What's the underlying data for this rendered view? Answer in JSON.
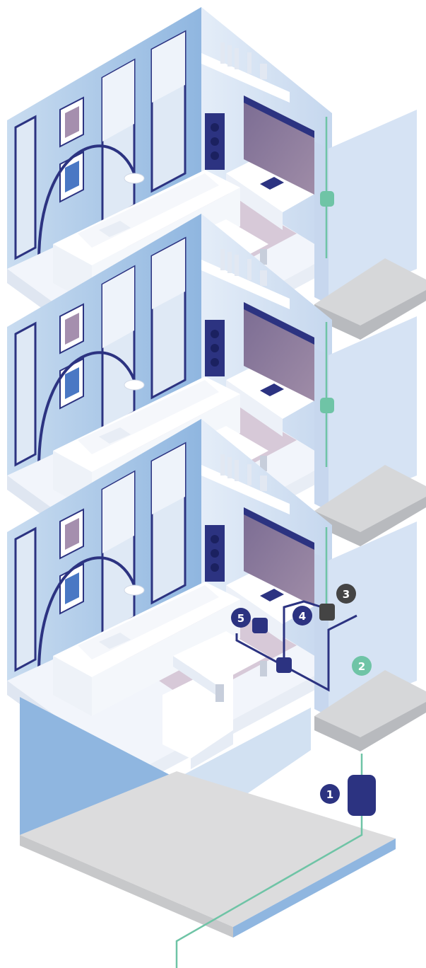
{
  "colors": {
    "wall_blue": "#9ec3e6",
    "wall_light": "#dbe8f6",
    "floor_white": "#f6f8fc",
    "slab_gray": "#d9dadc",
    "slab_dark": "#b9bbbf",
    "furniture_white": "#ffffff",
    "navy": "#2c3381",
    "tv_mauve": "#8f7d9d",
    "rug_mauve": "#c9b7c9",
    "cable_green": "#6fc4a6",
    "node_dark": "#444444"
  },
  "floors": [
    {
      "name": "upper-floor"
    },
    {
      "name": "middle-floor"
    },
    {
      "name": "lower-floor"
    }
  ],
  "markers": [
    {
      "id": "1",
      "label": "1",
      "color": "#2c3381",
      "icon": "main-unit"
    },
    {
      "id": "2",
      "label": "2",
      "color": "#6fc4a6",
      "icon": "cable"
    },
    {
      "id": "3",
      "label": "3",
      "color": "#444444",
      "icon": "connector-node"
    },
    {
      "id": "4",
      "label": "4",
      "color": "#2c3381",
      "icon": "junction"
    },
    {
      "id": "5",
      "label": "5",
      "color": "#2c3381",
      "icon": "terminal-box"
    }
  ]
}
